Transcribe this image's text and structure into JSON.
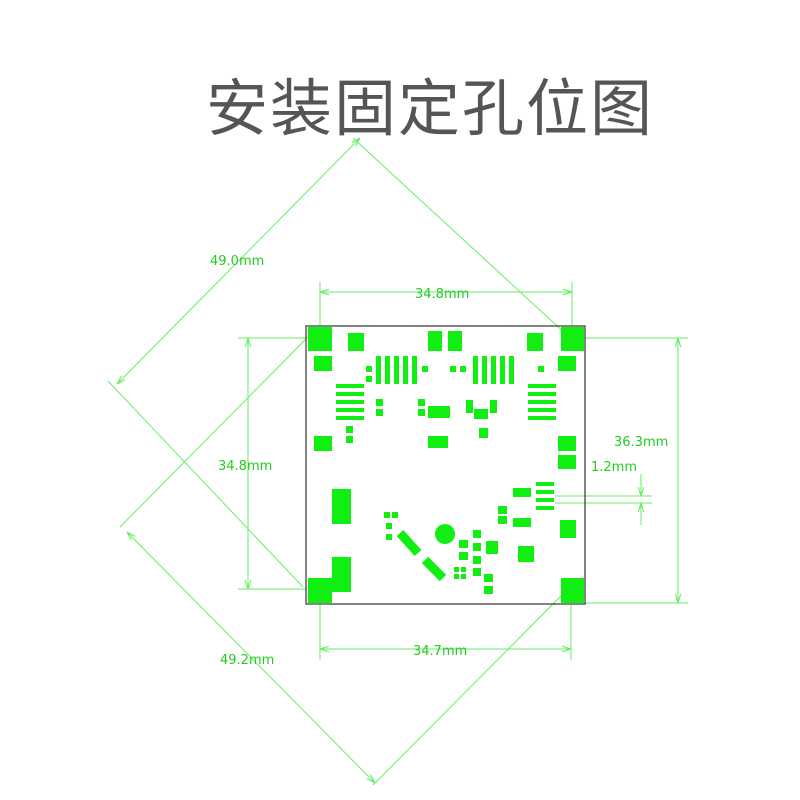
{
  "title": "安装固定孔位图",
  "dimensions": {
    "diag_top": "49.0mm",
    "top_width": "34.8mm",
    "left_height": "34.8mm",
    "right_height": "36.3mm",
    "pitch": "1.2mm",
    "bottom_width": "34.7mm",
    "diag_bottom": "49.2mm"
  },
  "colors": {
    "pad": "#11ee11",
    "dimension_line": "#66ee66",
    "label": "#22cc22",
    "board_outline": "#333333",
    "title": "#555555"
  }
}
